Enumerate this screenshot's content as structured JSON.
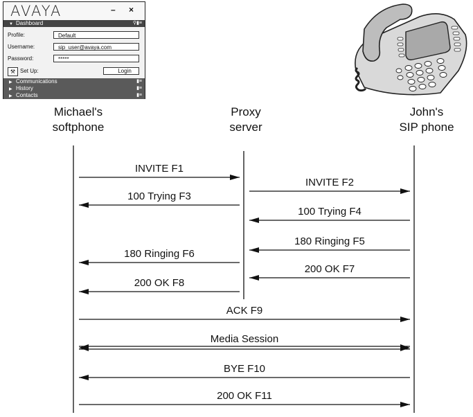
{
  "softphone": {
    "logo": "AVAYA",
    "window_controls": "– ×",
    "dashboard": "Dashboard",
    "profile_label": "Profile:",
    "profile_value": "Default",
    "username_label": "Username:",
    "username_value": "sip_user@avaya.com",
    "password_label": "Password:",
    "password_value": "*****",
    "setup_label": "Set Up:",
    "login_button": "Login",
    "sections": [
      "Communications",
      "History",
      "Contacts"
    ]
  },
  "endpoints": {
    "left": [
      "Michael's",
      "softphone"
    ],
    "middle": [
      "Proxy",
      "server"
    ],
    "right": [
      "John's",
      "SIP phone"
    ]
  },
  "messages": [
    {
      "label": "INVITE F1",
      "from": "softphone",
      "to": "proxy"
    },
    {
      "label": "INVITE F2",
      "from": "proxy",
      "to": "sip_phone"
    },
    {
      "label": "100 Trying F3",
      "from": "proxy",
      "to": "softphone"
    },
    {
      "label": "100 Trying F4",
      "from": "sip_phone",
      "to": "proxy"
    },
    {
      "label": "180 Ringing F5",
      "from": "sip_phone",
      "to": "proxy"
    },
    {
      "label": "180 Ringing F6",
      "from": "proxy",
      "to": "softphone"
    },
    {
      "label": "200 OK F7",
      "from": "sip_phone",
      "to": "proxy"
    },
    {
      "label": "200 OK F8",
      "from": "proxy",
      "to": "softphone"
    },
    {
      "label": "ACK F9",
      "from": "softphone",
      "to": "sip_phone"
    },
    {
      "label": "Media Session",
      "from": "softphone",
      "to": "sip_phone",
      "bidirectional": true
    },
    {
      "label": "BYE F10",
      "from": "sip_phone",
      "to": "softphone"
    },
    {
      "label": "200 OK F11",
      "from": "softphone",
      "to": "sip_phone"
    }
  ]
}
